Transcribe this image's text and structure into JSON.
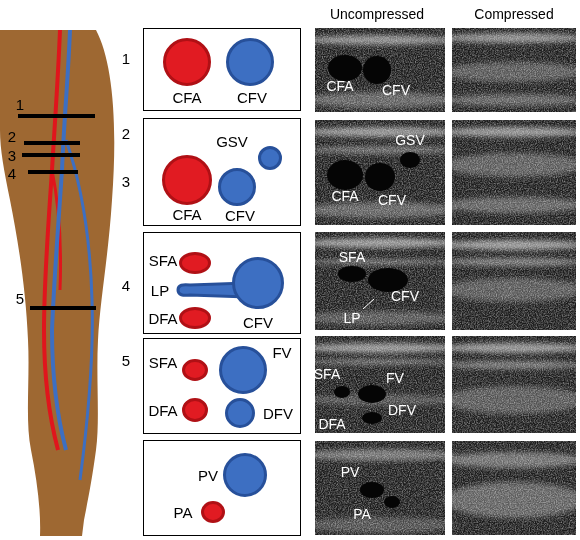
{
  "diagram": {
    "nodes": [
      {
        "text": [
          "CFA"
        ]
      },
      {
        "text": [
          "CFV"
        ]
      },
      {
        "text": [
          "GSV"
        ]
      },
      {
        "text": [
          "CFA"
        ]
      },
      {
        "text": [
          "CFV"
        ]
      },
      {
        "text": [
          "SFA"
        ]
      },
      {
        "text": [
          "LP"
        ]
      },
      {
        "text": [
          "CFV"
        ]
      },
      {
        "text": [
          "DFA"
        ]
      },
      {
        "text": [
          "SFA"
        ]
      },
      {
        "text": [
          "FV"
        ]
      },
      {
        "text": [
          "DFA"
        ]
      },
      {
        "text": [
          "DFV"
        ]
      },
      {
        "text": [
          "PV"
        ]
      },
      {
        "text": [
          "PA"
        ]
      },
      {
        "text": [
          "CFA",
          "CFV"
        ]
      },
      {
        "text": [
          "GSV",
          "CFA",
          "CFV"
        ]
      },
      {
        "text": [
          "SFA",
          "CFV",
          "LP"
        ]
      },
      {
        "text": [
          "SFA",
          "FV",
          "DFV",
          "DFA"
        ]
      },
      {
        "text": [
          "PV",
          "PA"
        ]
      }
    ],
    "labels": [
      "Uncompressed",
      "Compressed",
      "1",
      "2",
      "3",
      "4",
      "5",
      "1",
      "2",
      "3",
      "4",
      "5"
    ]
  }
}
